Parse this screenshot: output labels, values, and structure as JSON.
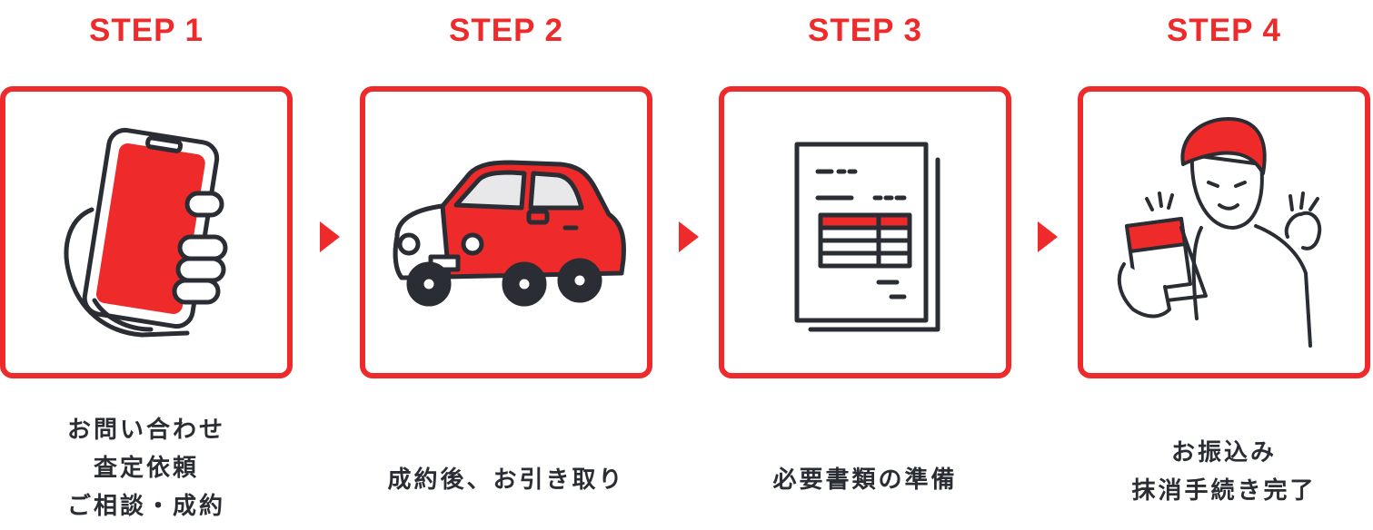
{
  "steps": [
    {
      "title": "STEP 1",
      "icon": "smartphone-in-hand-icon",
      "caption": [
        "お問い合わせ",
        "査定依頼",
        "ご相談・成約"
      ]
    },
    {
      "title": "STEP 2",
      "icon": "car-icon",
      "caption": [
        "成約後、お引き取り"
      ]
    },
    {
      "title": "STEP 3",
      "icon": "documents-icon",
      "caption": [
        "必要書類の準備"
      ]
    },
    {
      "title": "STEP 4",
      "icon": "person-with-cash-card-icon",
      "caption": [
        "お振込み",
        "抹消手続き完了"
      ]
    }
  ],
  "colors": {
    "accent": "#ee2a2a",
    "ink": "#2a2d33",
    "background": "#ffffff"
  }
}
